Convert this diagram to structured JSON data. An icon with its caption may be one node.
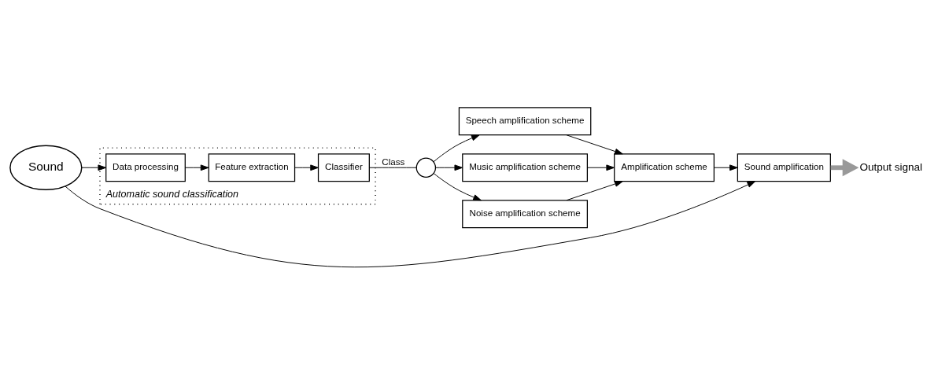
{
  "diagram": {
    "nodes": [
      {
        "text": [
          "Sound"
        ]
      },
      {
        "text": [
          "Automatic sound classification"
        ]
      },
      {
        "text": [
          "Data processing"
        ],
        "in": 1
      },
      {
        "text": [
          "Feature extraction"
        ],
        "in": 1
      },
      {
        "text": [
          "Classifier"
        ],
        "in": 1
      },
      {
        "text": [],
        "shape": "circle"
      },
      {
        "text": [
          "Speech amplification scheme"
        ]
      },
      {
        "text": [
          "Music amplification scheme"
        ]
      },
      {
        "text": [
          "Noise amplification scheme"
        ]
      },
      {
        "text": [
          "Amplification scheme"
        ]
      },
      {
        "text": [
          "Sound amplification"
        ]
      },
      {
        "text": [
          "Output signal"
        ]
      }
    ],
    "edges": [
      {
        "from": 0,
        "to": 2,
        "arrow": "to"
      },
      {
        "from": 2,
        "to": 3,
        "arrow": "to"
      },
      {
        "from": 3,
        "to": 4,
        "arrow": "to"
      },
      {
        "from": 4,
        "to": 5,
        "arrow": "none",
        "label": "Class"
      },
      {
        "from": 5,
        "to": 6,
        "arrow": "to"
      },
      {
        "from": 5,
        "to": 7,
        "arrow": "to"
      },
      {
        "from": 5,
        "to": 8,
        "arrow": "to"
      },
      {
        "from": 6,
        "to": 9,
        "arrow": "to"
      },
      {
        "from": 7,
        "to": 9,
        "arrow": "to"
      },
      {
        "from": 8,
        "to": 9,
        "arrow": "to"
      },
      {
        "from": 9,
        "to": 10,
        "arrow": "to"
      },
      {
        "from": 0,
        "to": 10,
        "arrow": "to"
      },
      {
        "from": 10,
        "to": 11,
        "arrow": "to",
        "style": "thick",
        "color": "#999999"
      }
    ]
  }
}
